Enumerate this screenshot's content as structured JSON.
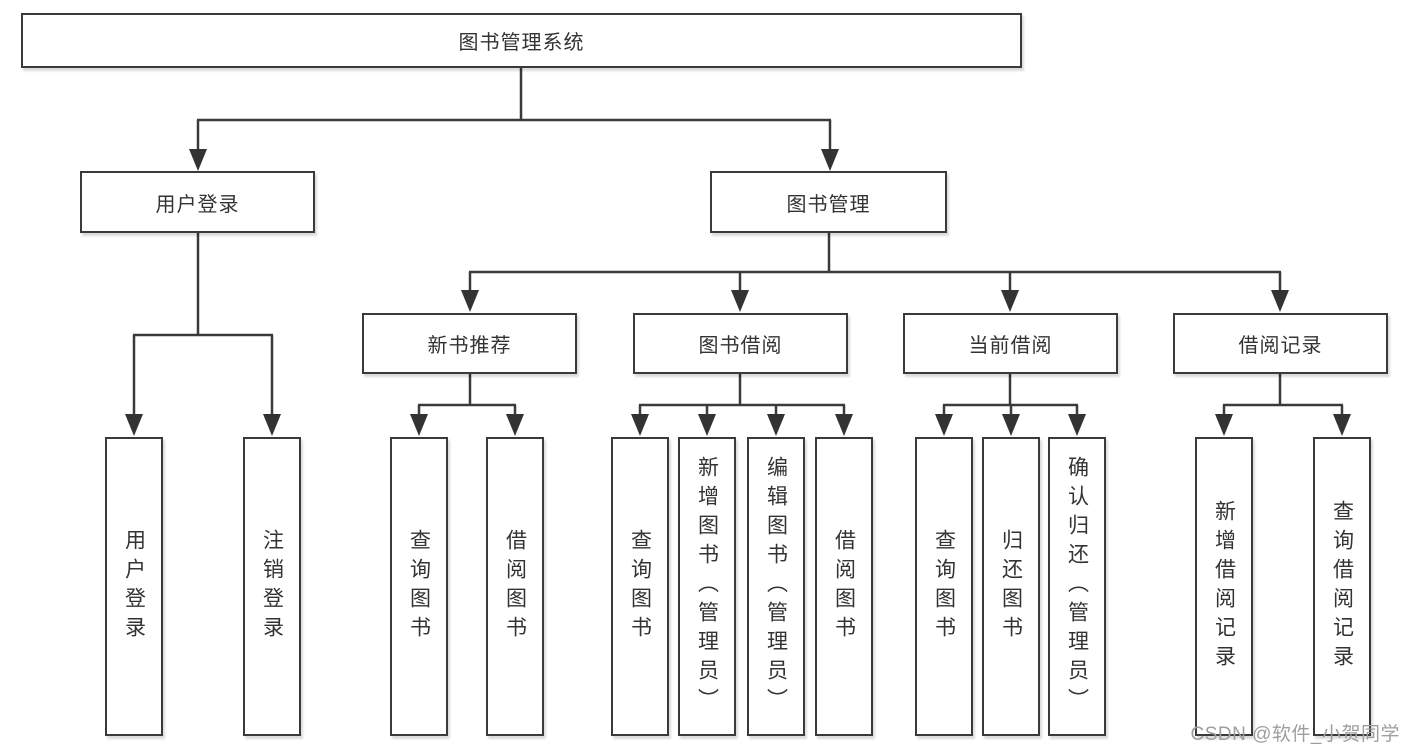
{
  "colors": {
    "line": "#3a3a3a",
    "text": "#333333",
    "box_background": "#ffffff",
    "watermark": "#9e9e9e"
  },
  "watermark": "CSDN @软件_小贺同学",
  "root": {
    "label": "图书管理系统"
  },
  "branches": [
    {
      "label": "用户登录",
      "children": [
        "用户登录",
        "注销登录"
      ]
    },
    {
      "label": "图书管理"
    }
  ],
  "sections": [
    {
      "label": "新书推荐",
      "children": [
        "查询图书",
        "借阅图书"
      ]
    },
    {
      "label": "图书借阅",
      "children": [
        "查询图书",
        "新增图书（管理员）",
        "编辑图书（管理员）",
        "借阅图书"
      ]
    },
    {
      "label": "当前借阅",
      "children": [
        "查询图书",
        "归还图书",
        "确认归还（管理员）"
      ]
    },
    {
      "label": "借阅记录",
      "children": [
        "新增借阅记录",
        "查询借阅记录"
      ]
    }
  ]
}
